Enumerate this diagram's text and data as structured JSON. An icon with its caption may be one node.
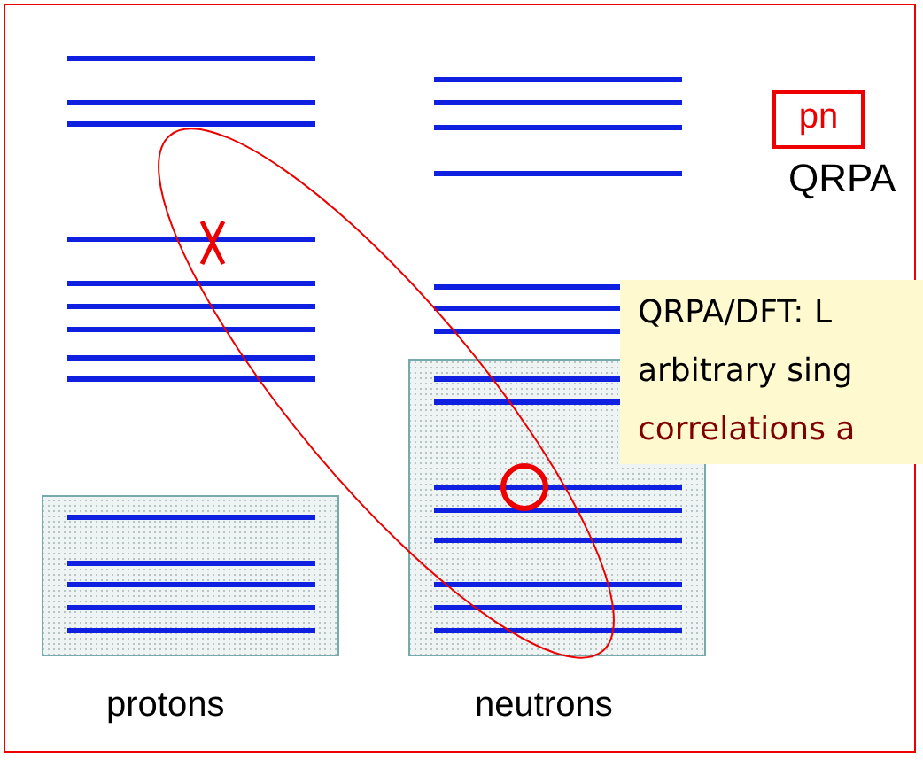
{
  "diagram": {
    "nodes": [
      {
        "text": [
          "pn"
        ],
        "beside": [
          "QRPA"
        ]
      },
      {
        "text": [
          "QRPA/DFT: L",
          "arbitrary sing",
          "correlations a"
        ]
      }
    ],
    "edges": [],
    "labels": [
      "protons",
      "neutrons"
    ]
  }
}
